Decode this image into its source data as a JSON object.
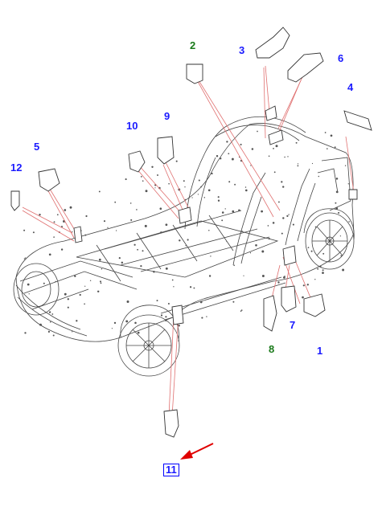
{
  "colors": {
    "callout_blue": "#1a1aff",
    "callout_green": "#1a7a1a",
    "leader_red": "#e07070",
    "arrow_red": "#e00000",
    "line_art": "#444444"
  },
  "callouts": [
    {
      "id": "1",
      "label": "1",
      "color": "blue"
    },
    {
      "id": "2",
      "label": "2",
      "color": "green"
    },
    {
      "id": "3",
      "label": "3",
      "color": "blue"
    },
    {
      "id": "4",
      "label": "4",
      "color": "blue"
    },
    {
      "id": "5",
      "label": "5",
      "color": "blue"
    },
    {
      "id": "6",
      "label": "6",
      "color": "blue"
    },
    {
      "id": "7",
      "label": "7",
      "color": "blue"
    },
    {
      "id": "8",
      "label": "8",
      "color": "green"
    },
    {
      "id": "9",
      "label": "9",
      "color": "blue"
    },
    {
      "id": "10",
      "label": "10",
      "color": "blue"
    },
    {
      "id": "11",
      "label": "11",
      "color": "blue",
      "highlighted": true
    },
    {
      "id": "12",
      "label": "12",
      "color": "blue"
    }
  ]
}
